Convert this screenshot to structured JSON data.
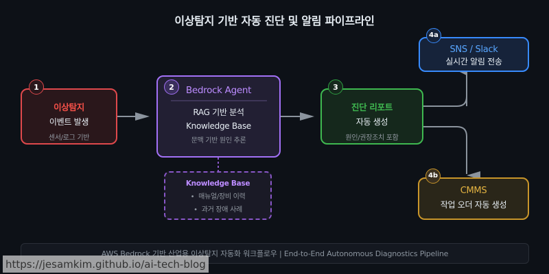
{
  "title": "이상탐지 기반 자동 진단 및 알림 파이프라인",
  "nodes": {
    "n1": {
      "badge": "1",
      "title": "이상탐지",
      "main": "이벤트 발생",
      "sub": "센서/로그 기반",
      "color": "#e0494c"
    },
    "n2": {
      "badge": "2",
      "title": "Bedrock Agent",
      "main1": "RAG 기반 분석",
      "main2": "Knowledge Base",
      "sub": "문맥 기반 원인 추론",
      "color": "#a371f7"
    },
    "kb": {
      "title": "Knowledge Base",
      "items": [
        "매뉴얼/장비 이력",
        "과거 장애 사례"
      ],
      "bullet": "•"
    },
    "n3": {
      "badge": "3",
      "title": "진단 리포트",
      "main": "자동 생성",
      "sub": "원인/권장조치 포함",
      "color": "#3fb950"
    },
    "n4a": {
      "badge": "4a",
      "title": "SNS / Slack",
      "main": "실시간 알림 전송",
      "color": "#388bfd"
    },
    "n4b": {
      "badge": "4b",
      "title": "CMMS",
      "main": "작업 오더 자동 생성",
      "color": "#c9962a"
    }
  },
  "footer": "AWS Bedrock 기반 산업용 이상탐지 자동화 워크플로우 | End-to-End Autonomous Diagnostics Pipeline",
  "url_overlay": "https://jesamkim.github.io/ai-tech-blog",
  "colors": {
    "background": "#0d1117",
    "connector": "#8b949e"
  }
}
